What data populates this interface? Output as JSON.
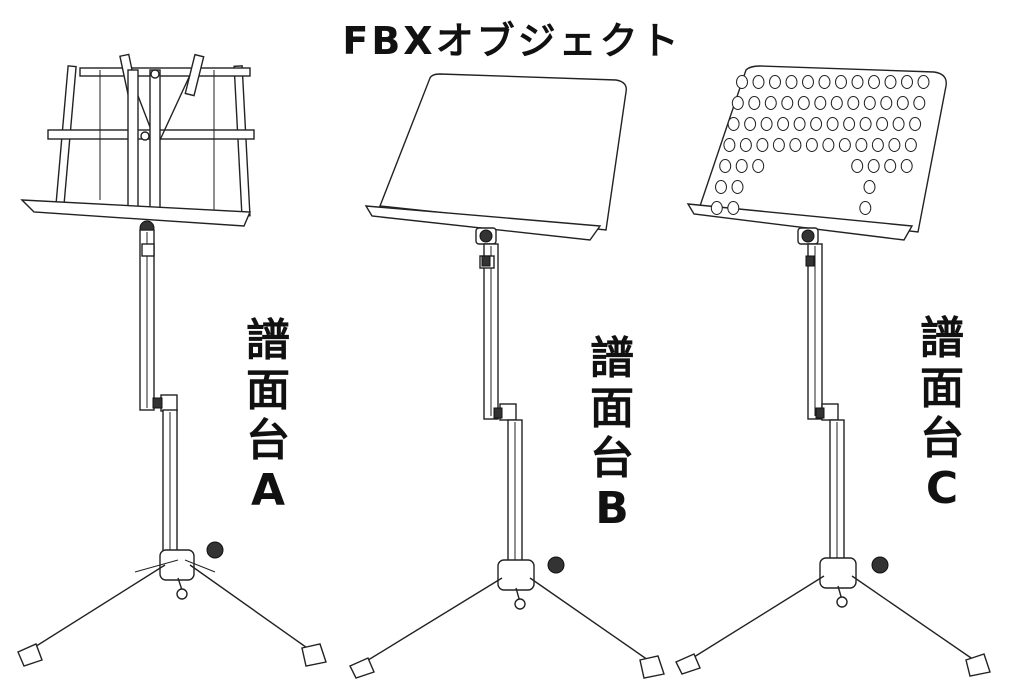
{
  "title": "FBXオブジェクト",
  "stands": [
    {
      "label_chars": [
        "譜",
        "面",
        "台",
        "A"
      ]
    },
    {
      "label_chars": [
        "譜",
        "面",
        "台",
        "B"
      ]
    },
    {
      "label_chars": [
        "譜",
        "面",
        "台",
        "C"
      ]
    }
  ]
}
